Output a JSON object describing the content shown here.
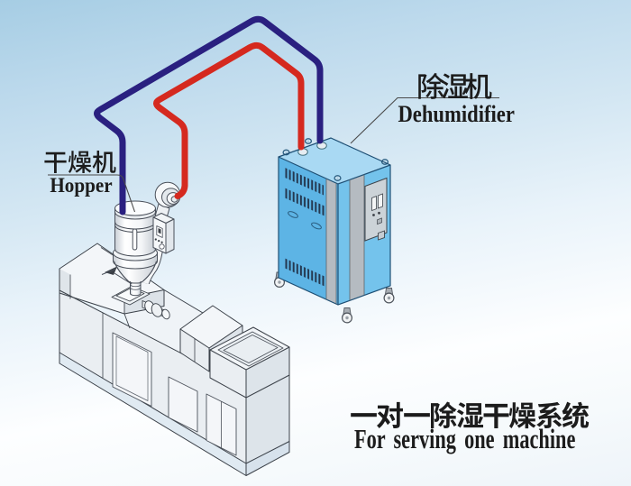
{
  "domain": "diagram",
  "title": {
    "zh": "一对一除湿干燥系统",
    "en": "For serving one machine"
  },
  "labels": {
    "hopper": {
      "zh": "干燥机",
      "en": "Hopper"
    },
    "dehumidifier": {
      "zh": "除湿机",
      "en": "Dehumidifier"
    }
  },
  "components": [
    {
      "name": "dehumidifier-unit",
      "color": "#5db4e5"
    },
    {
      "name": "drying-hopper",
      "color": "#f7f9fa"
    },
    {
      "name": "suction-blower",
      "color": "#f7f9fa"
    },
    {
      "name": "extruder-machine",
      "color": "#e9edf1"
    },
    {
      "name": "return-air-pipe",
      "color": "#2a2080"
    },
    {
      "name": "dry-air-pipe",
      "color": "#d5291f"
    }
  ],
  "colors": {
    "pipe_return": "#2a2080",
    "pipe_supply": "#d5291f",
    "dehumidifier_front": "#5db4e5",
    "dehumidifier_side": "#74c3ec",
    "dehumidifier_top": "#a9d9f3",
    "text": "#1c1c1c",
    "background_top": "#a9cee4",
    "background_bottom": "#ffffff"
  }
}
